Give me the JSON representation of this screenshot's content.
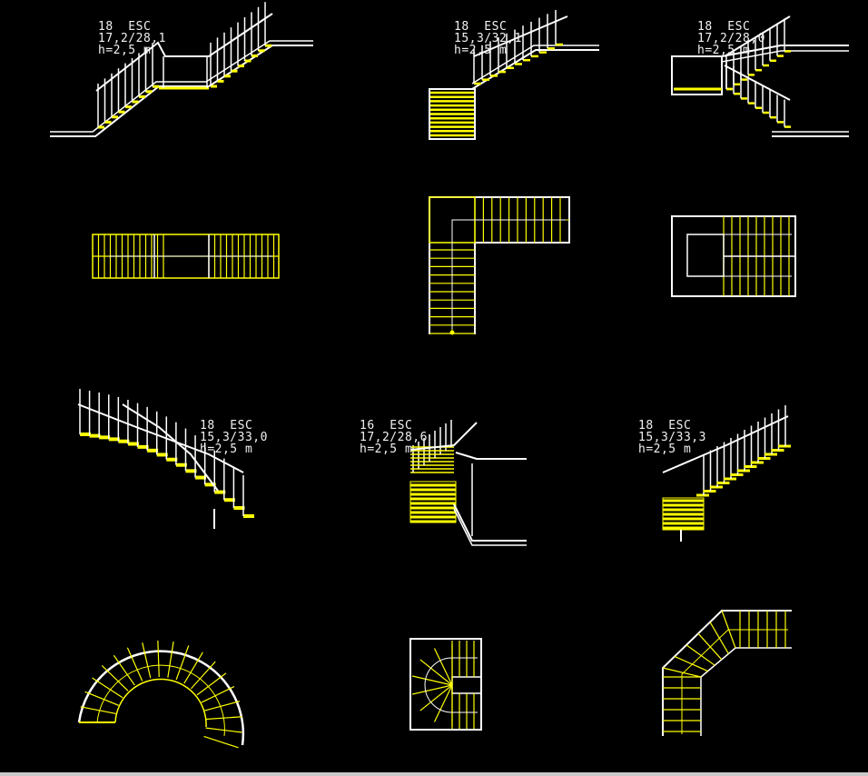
{
  "colors": {
    "background": "#000000",
    "line": "#ffffff",
    "tread": "#ffff00"
  },
  "labels": [
    {
      "line1": "18  ESC",
      "line2": "17,2/28,1",
      "line3": "h=2,5 m"
    },
    {
      "line1": "18  ESC",
      "line2": "15,3/32,1",
      "line3": "h=2,5 m"
    },
    {
      "line1": "18  ESC",
      "line2": "17,2/28,0",
      "line3": "h=2,5 m"
    },
    {
      "line1": "18  ESC",
      "line2": "15,3/33,0",
      "line3": "h=2,5 m"
    },
    {
      "line1": "16  ESC",
      "line2": "17,2/28,6",
      "line3": "h=2,5 m"
    },
    {
      "line1": "18  ESC",
      "line2": "15,3/33,3",
      "line3": "h=2,5 m"
    }
  ]
}
